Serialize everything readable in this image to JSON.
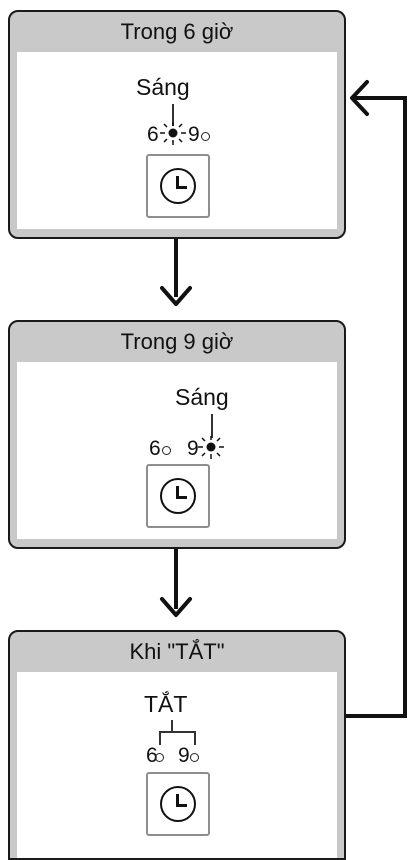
{
  "panels": [
    {
      "title": "Trong 6 giờ",
      "label": "Sáng",
      "hour_a": "6",
      "hour_b": "9"
    },
    {
      "title": "Trong 9 giờ",
      "label": "Sáng",
      "hour_a": "6",
      "hour_b": "9"
    },
    {
      "title": "Khi \"TẮT\"",
      "label": "TẮT",
      "hour_a": "6",
      "hour_b": "9"
    }
  ],
  "icons": {
    "timer": "clock-icon",
    "lit_lamp": "lit-lamp-icon",
    "unlit_lamp": "unlit-lamp-icon",
    "arrow": "arrow-down-icon"
  }
}
